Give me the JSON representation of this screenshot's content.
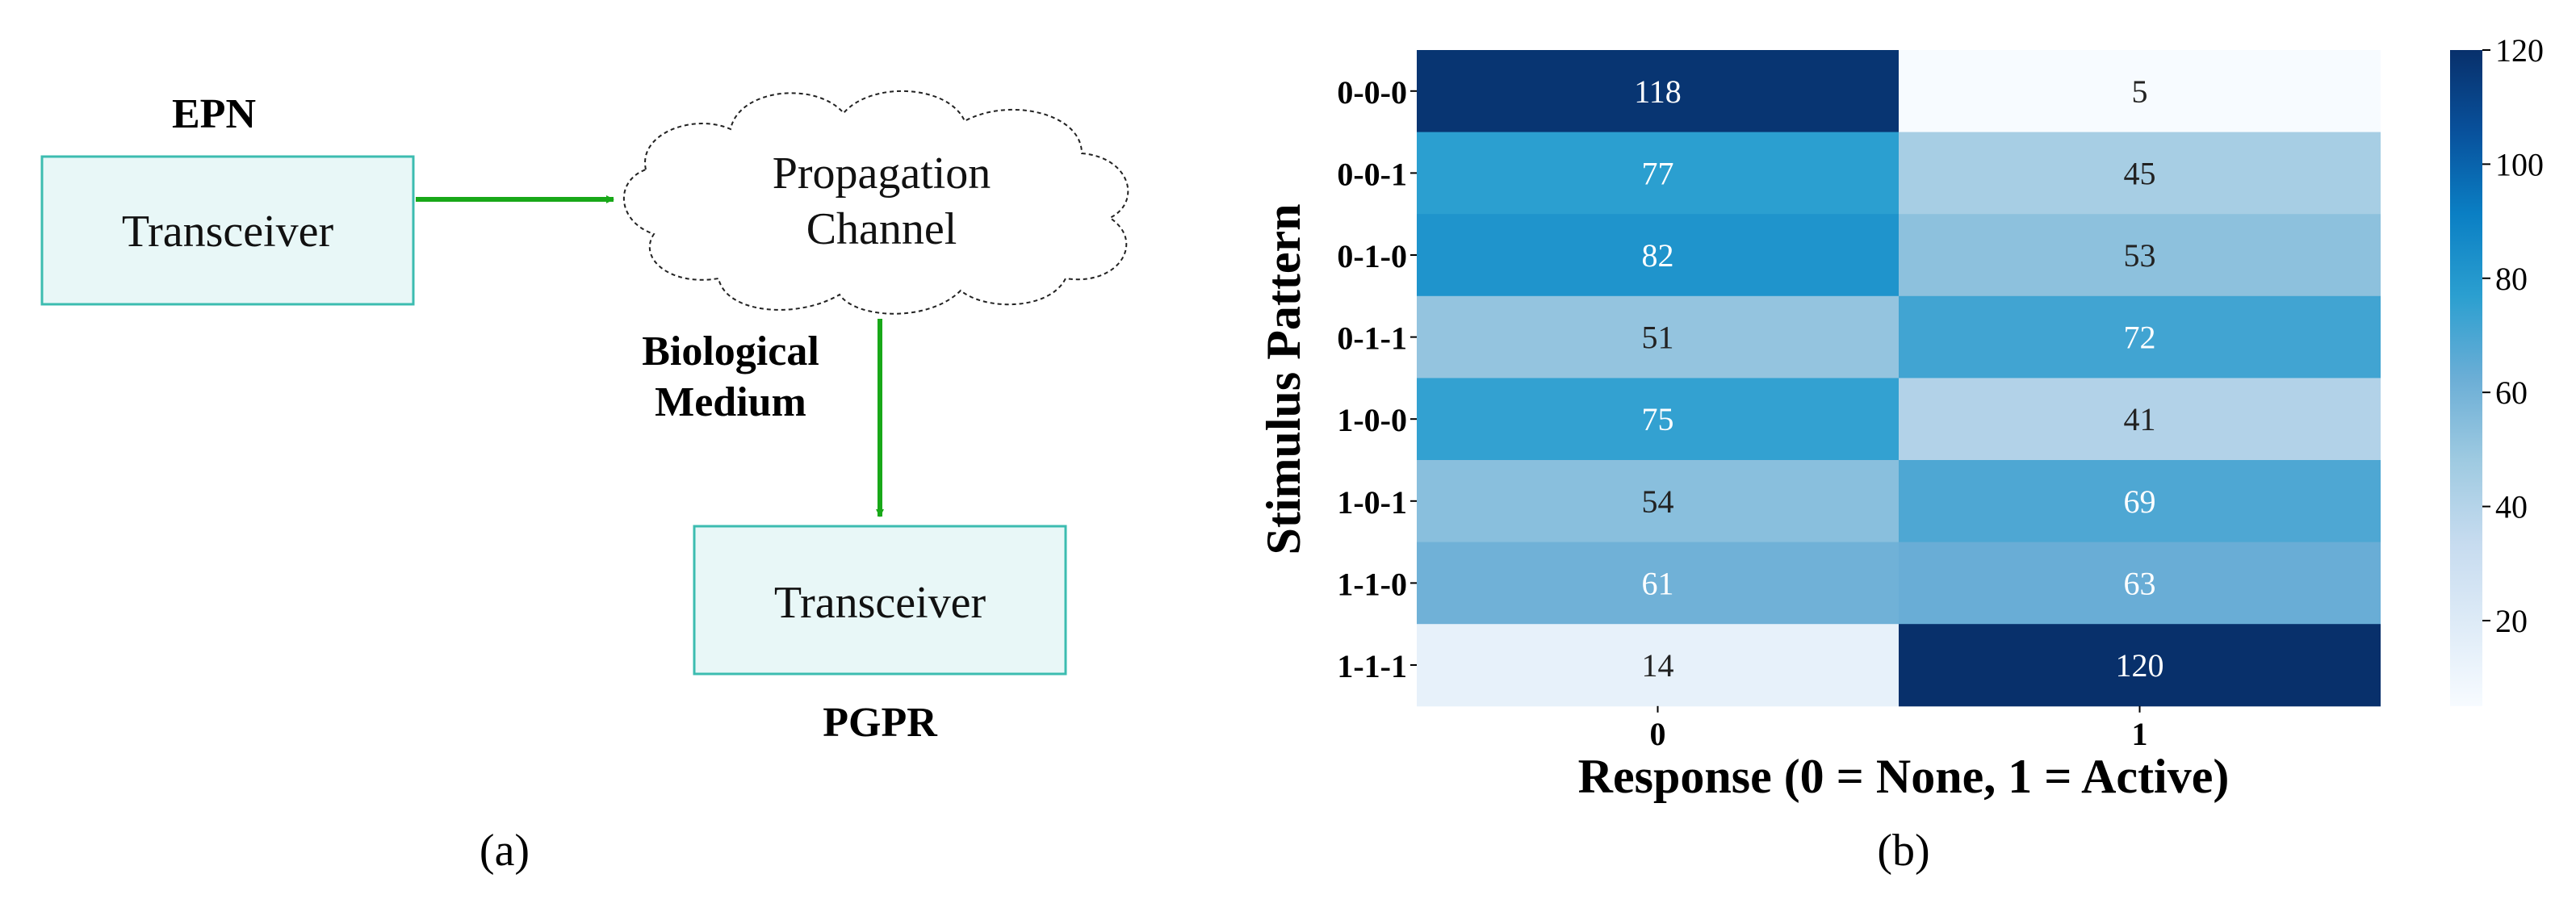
{
  "panel_a": {
    "epn_label": "EPN",
    "pgpr_label": "PGPR",
    "transceiver_top": "Transceiver",
    "transceiver_bottom": "Transceiver",
    "cloud_line1": "Propagation",
    "cloud_line2": "Channel",
    "medium_line1": "Biological",
    "medium_line2": "Medium",
    "caption": "(a)",
    "colors": {
      "box_fill": "#e8f7f7",
      "box_stroke": "#3cbcb0",
      "arrow": "#18a818"
    }
  },
  "panel_b": {
    "caption": "(b)",
    "chart_data": {
      "type": "heatmap",
      "ylabel": "Stimulus Pattern",
      "xlabel": "Response (0 = None, 1 = Active)",
      "rows": [
        "0-0-0",
        "0-0-1",
        "0-1-0",
        "0-1-1",
        "1-0-0",
        "1-0-1",
        "1-1-0",
        "1-1-1"
      ],
      "columns": [
        "0",
        "1"
      ],
      "values": [
        [
          118,
          5
        ],
        [
          77,
          45
        ],
        [
          82,
          53
        ],
        [
          51,
          72
        ],
        [
          75,
          41
        ],
        [
          54,
          69
        ],
        [
          61,
          63
        ],
        [
          14,
          120
        ]
      ],
      "colorbar": {
        "ticks": [
          "20",
          "40",
          "60",
          "80",
          "100",
          "120"
        ],
        "tick_values": [
          20,
          40,
          60,
          80,
          100,
          120
        ],
        "min": 5,
        "max": 120
      },
      "colormap": "Blues"
    }
  }
}
